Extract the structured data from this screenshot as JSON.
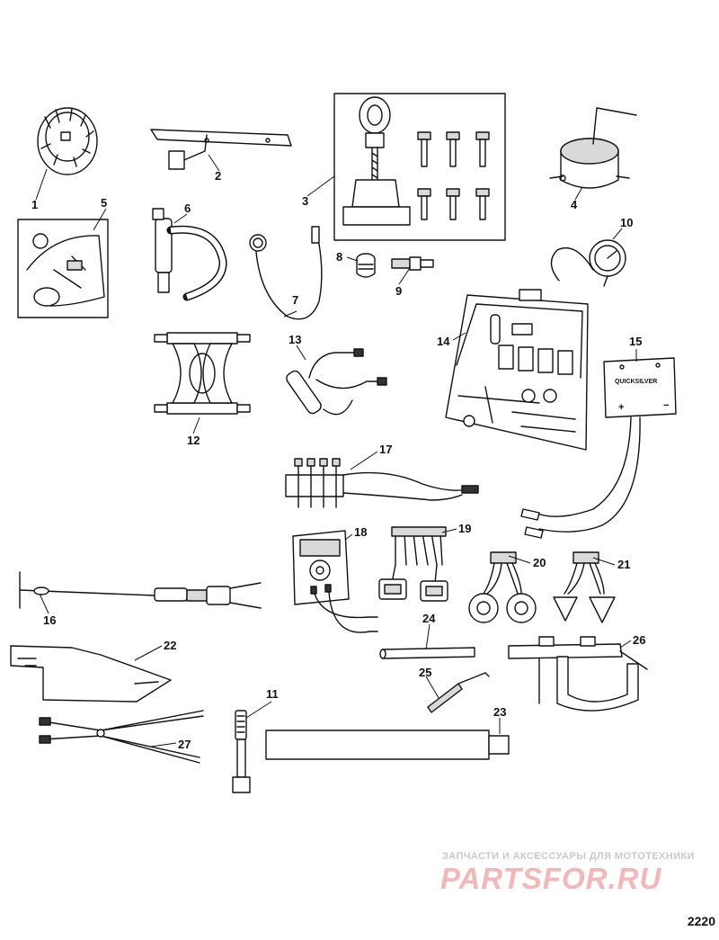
{
  "diagram": {
    "id": "2220",
    "callouts": [
      "1",
      "2",
      "3",
      "4",
      "5",
      "6",
      "7",
      "8",
      "9",
      "10",
      "11",
      "12",
      "13",
      "14",
      "15",
      "16",
      "17",
      "18",
      "19",
      "20",
      "21",
      "22",
      "23",
      "24",
      "25",
      "26",
      "27"
    ],
    "module_label": "QUICKSILVER",
    "polarity": {
      "plus": "+",
      "minus": "−"
    }
  },
  "watermark": {
    "tagline": "ЗАПЧАСТИ И АКСЕССУАРЫ ДЛЯ МОТОТЕХНИКИ",
    "logo": "PARTSFOR.RU"
  },
  "colors": {
    "line": "#111111",
    "watermark_logo": "#f2b8b8",
    "watermark_text": "#c9c9c9"
  }
}
